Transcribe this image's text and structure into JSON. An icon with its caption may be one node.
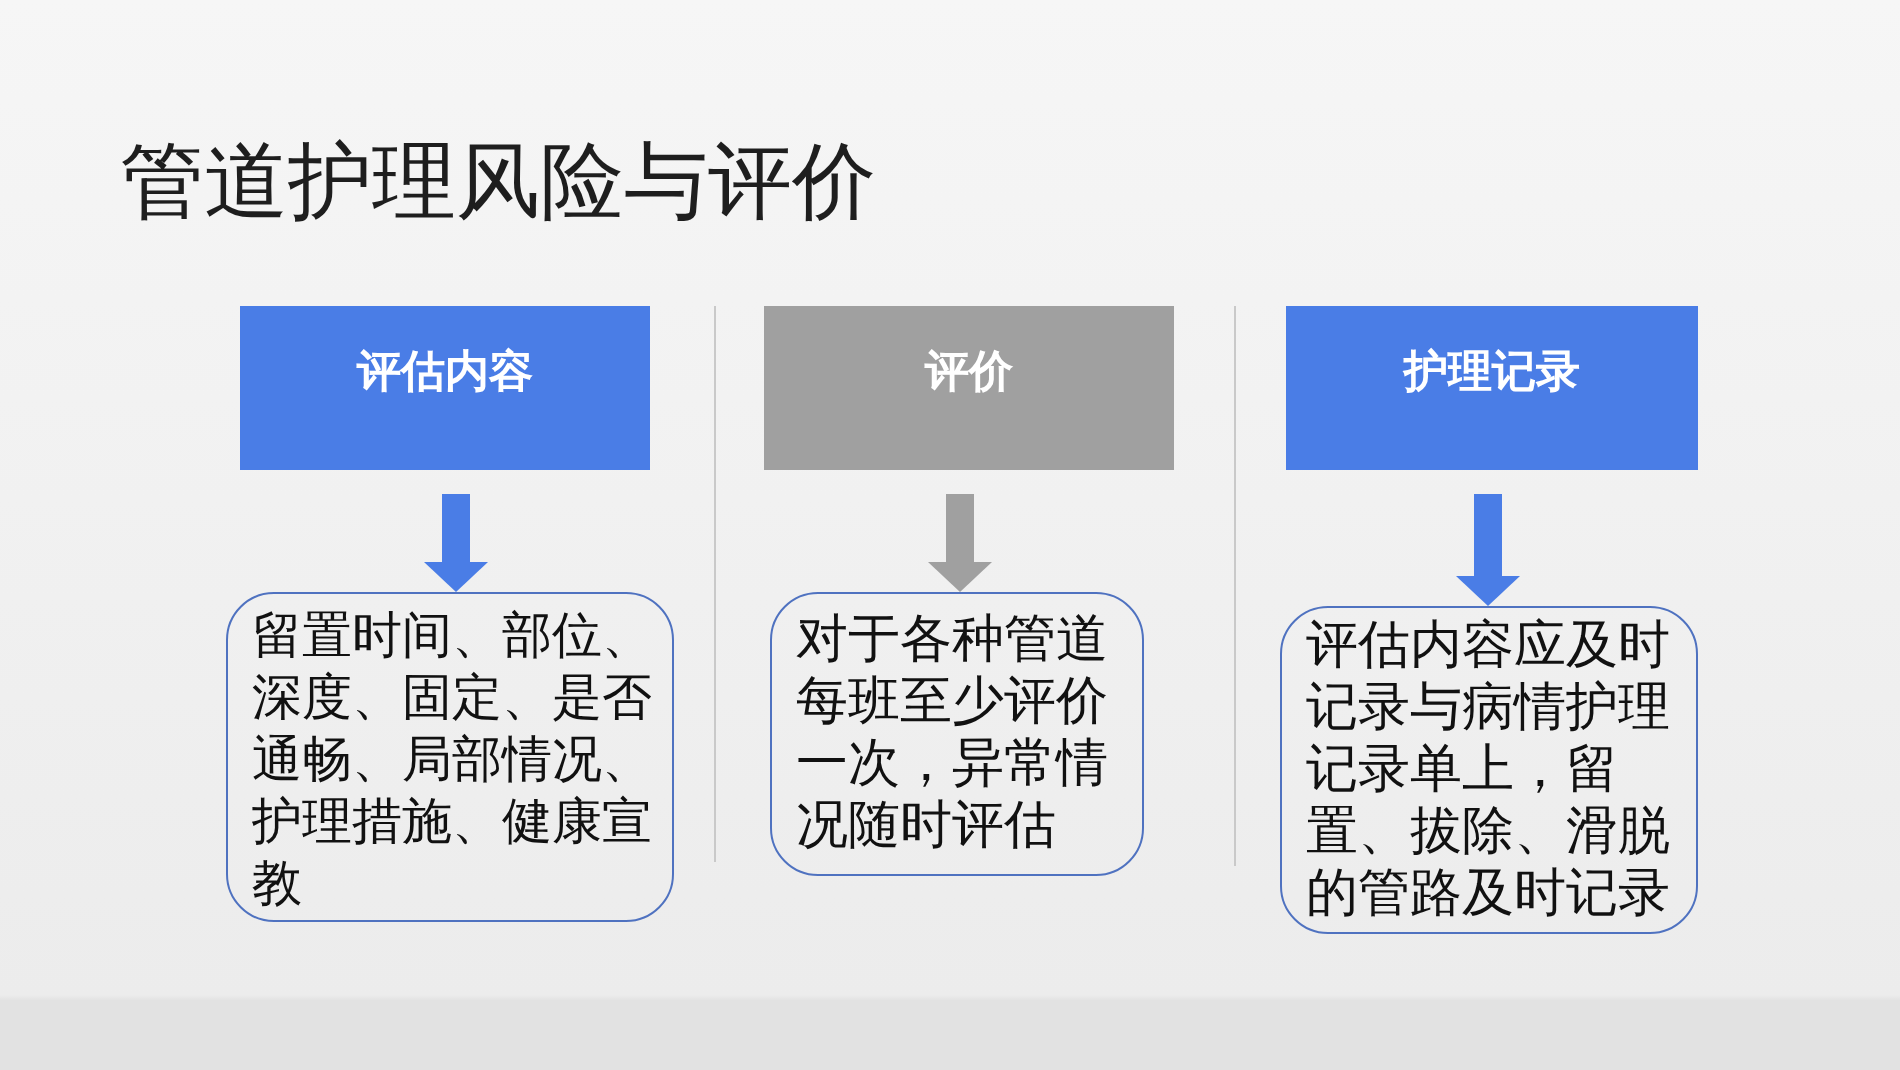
{
  "diagram": {
    "title": "管道护理风险与评价",
    "nodes": [
      {
        "text": [
          "评估内容"
        ]
      },
      {
        "text": [
          "评价"
        ]
      },
      {
        "text": [
          "护理记录"
        ]
      },
      {
        "text": [
          "留置时间、部位、深度、固定、是否通畅、局部情况、护理措施、健康宣教"
        ]
      },
      {
        "text": [
          "对于各种管道每班至少评价一次，异常情况随时评估"
        ]
      },
      {
        "text": [
          "评估内容应及时记录与病情护理记录单上，留置、拔除、滑脱的管路及时记录"
        ]
      }
    ],
    "edges": [
      {
        "from": 0,
        "to": 3,
        "arrow": "to"
      },
      {
        "from": 1,
        "to": 4,
        "arrow": "to",
        "color": "#a0a0a0"
      },
      {
        "from": 2,
        "to": 5,
        "arrow": "to"
      }
    ]
  }
}
